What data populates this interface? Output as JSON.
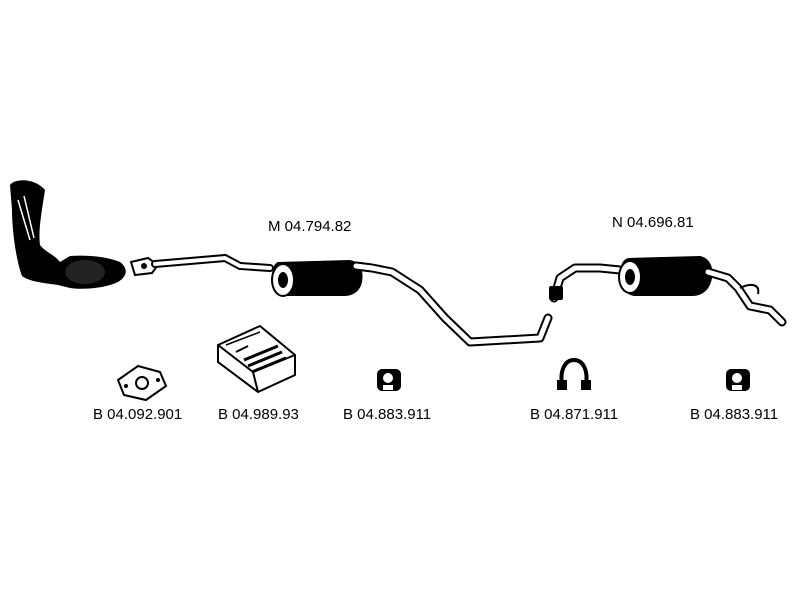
{
  "colors": {
    "ink": "#000000",
    "paper": "#ffffff",
    "shade": "#5a5a5a"
  },
  "assembly_labels": {
    "middle": "M 04.794.82",
    "rear": "N 04.696.81"
  },
  "parts": [
    {
      "code": "B 04.092.901",
      "icon": "flange-gasket-icon"
    },
    {
      "code": "B 04.989.93",
      "icon": "mounting-kit-box-icon"
    },
    {
      "code": "B 04.883.911",
      "icon": "rubber-hanger-icon"
    },
    {
      "code": "B 04.871.911",
      "icon": "rubber-ring-hanger-icon"
    },
    {
      "code": "B 04.883.911",
      "icon": "rubber-hanger-icon"
    }
  ]
}
